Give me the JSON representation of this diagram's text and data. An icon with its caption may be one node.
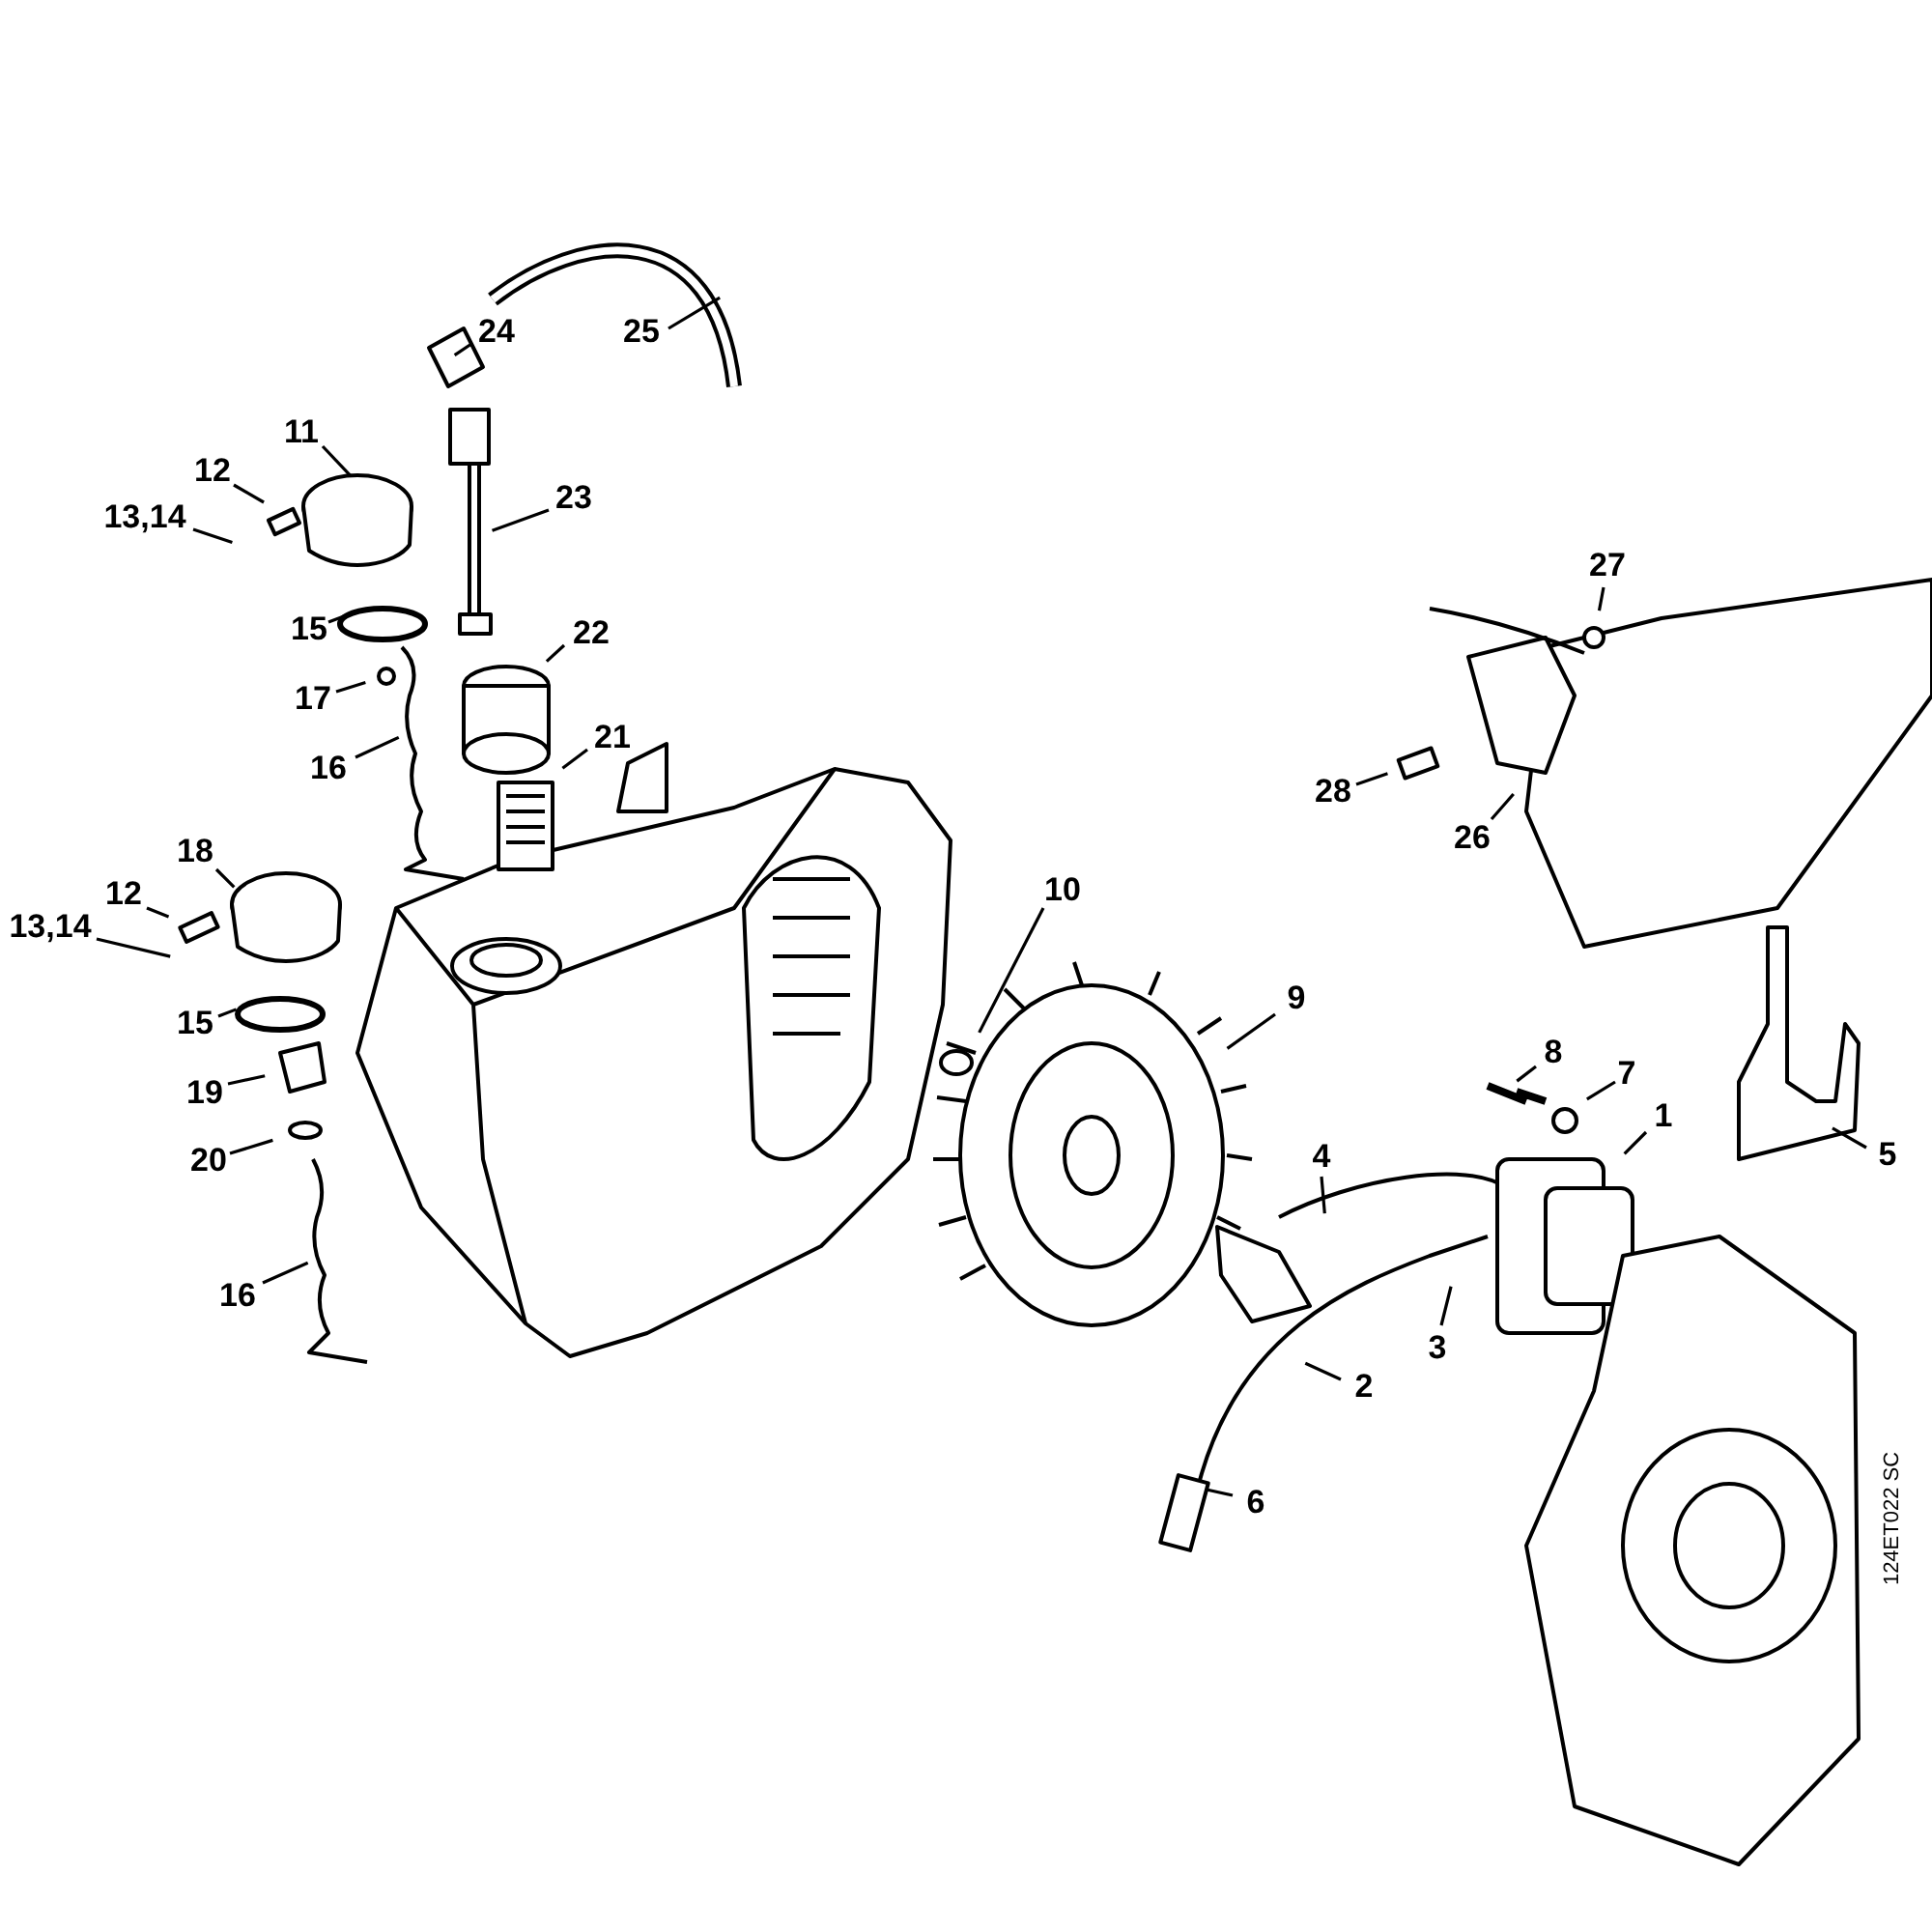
{
  "diagram": {
    "nodes": [
      {
        "text": [
          "24"
        ]
      },
      {
        "text": [
          "25"
        ]
      },
      {
        "text": [
          "11"
        ]
      },
      {
        "text": [
          "12"
        ]
      },
      {
        "text": [
          "13,14"
        ]
      },
      {
        "text": [
          "23"
        ]
      },
      {
        "text": [
          "15"
        ]
      },
      {
        "text": [
          "22"
        ]
      },
      {
        "text": [
          "17"
        ]
      },
      {
        "text": [
          "16"
        ]
      },
      {
        "text": [
          "21"
        ]
      },
      {
        "text": [
          "18"
        ]
      },
      {
        "text": [
          "12"
        ]
      },
      {
        "text": [
          "13,14"
        ]
      },
      {
        "text": [
          "15"
        ]
      },
      {
        "text": [
          "19"
        ]
      },
      {
        "text": [
          "20"
        ]
      },
      {
        "text": [
          "16"
        ]
      },
      {
        "text": [
          "10"
        ]
      },
      {
        "text": [
          "9"
        ]
      },
      {
        "text": [
          "8"
        ]
      },
      {
        "text": [
          "7"
        ]
      },
      {
        "text": [
          "1"
        ]
      },
      {
        "text": [
          "4"
        ]
      },
      {
        "text": [
          "3"
        ]
      },
      {
        "text": [
          "2"
        ]
      },
      {
        "text": [
          "6"
        ]
      },
      {
        "text": [
          "5"
        ]
      },
      {
        "text": [
          "27"
        ]
      },
      {
        "text": [
          "28"
        ]
      },
      {
        "text": [
          "26"
        ]
      }
    ],
    "edges": [
      {
        "from": 0,
        "to": null,
        "arrow": "none"
      },
      {
        "from": 1,
        "to": null,
        "arrow": "none"
      },
      {
        "from": 2,
        "to": null,
        "arrow": "none"
      },
      {
        "from": 3,
        "to": null,
        "arrow": "none"
      },
      {
        "from": 4,
        "to": null,
        "arrow": "none"
      },
      {
        "from": 5,
        "to": null,
        "arrow": "none"
      },
      {
        "from": 6,
        "to": null,
        "arrow": "none"
      },
      {
        "from": 7,
        "to": null,
        "arrow": "none"
      },
      {
        "from": 8,
        "to": null,
        "arrow": "none"
      },
      {
        "from": 9,
        "to": null,
        "arrow": "none"
      },
      {
        "from": 10,
        "to": null,
        "arrow": "none"
      },
      {
        "from": 11,
        "to": null,
        "arrow": "none"
      },
      {
        "from": 12,
        "to": null,
        "arrow": "none"
      },
      {
        "from": 13,
        "to": null,
        "arrow": "none"
      },
      {
        "from": 14,
        "to": null,
        "arrow": "none"
      },
      {
        "from": 15,
        "to": null,
        "arrow": "none"
      },
      {
        "from": 16,
        "to": null,
        "arrow": "none"
      },
      {
        "from": 17,
        "to": null,
        "arrow": "none"
      },
      {
        "from": 18,
        "to": null,
        "arrow": "none"
      },
      {
        "from": 19,
        "to": null,
        "arrow": "none"
      },
      {
        "from": 20,
        "to": null,
        "arrow": "none"
      },
      {
        "from": 21,
        "to": null,
        "arrow": "none"
      },
      {
        "from": 22,
        "to": null,
        "arrow": "none"
      },
      {
        "from": 23,
        "to": null,
        "arrow": "none"
      },
      {
        "from": 24,
        "to": null,
        "arrow": "none"
      },
      {
        "from": 25,
        "to": null,
        "arrow": "none"
      },
      {
        "from": 26,
        "to": null,
        "arrow": "none"
      },
      {
        "from": 27,
        "to": null,
        "arrow": "none"
      },
      {
        "from": 28,
        "to": null,
        "arrow": "none"
      },
      {
        "from": 29,
        "to": null,
        "arrow": "none"
      },
      {
        "from": 30,
        "to": null,
        "arrow": "none"
      }
    ],
    "labels": [
      "124ET022 SC"
    ]
  }
}
